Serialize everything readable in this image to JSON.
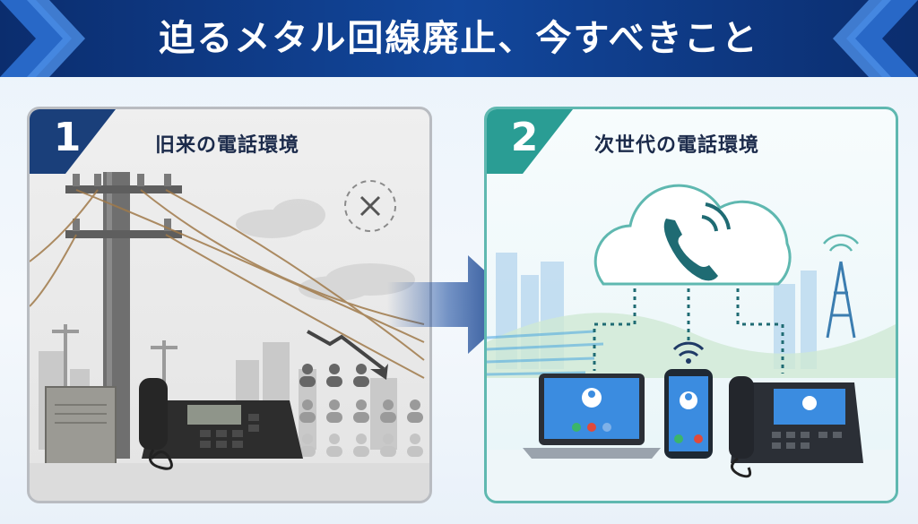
{
  "header": {
    "title": "迫るメタル回線廃止、今すべきこと"
  },
  "panels": [
    {
      "number": "1",
      "title": "旧来の電話環境"
    },
    {
      "number": "2",
      "title": "次世代の電話環境"
    }
  ],
  "colors": {
    "header_bg": "#12479c",
    "old_accent": "#1a3f7a",
    "new_accent": "#2a9d94",
    "arrow": "#1e4fa0"
  }
}
